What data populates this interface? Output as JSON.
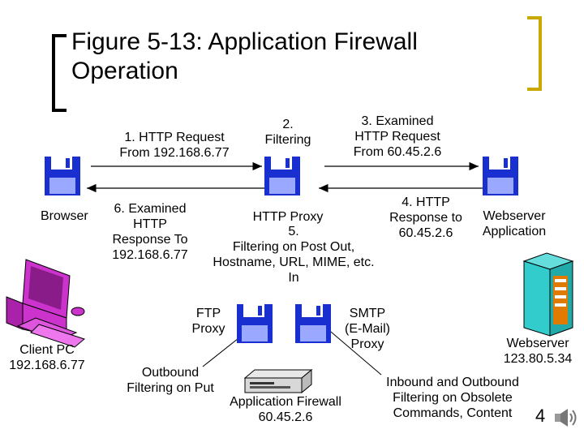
{
  "slide": {
    "title": "Figure 5-13: Application Firewall Operation",
    "number": "4"
  },
  "labels": {
    "browser": "Browser",
    "step1": "1. HTTP Request\nFrom 192.168.6.77",
    "step2": "2.\nFiltering",
    "step3": "3. Examined\nHTTP Request\nFrom 60.45.2.6",
    "step4": "4. HTTP\nResponse to\n60.45.2.6",
    "webserver_app": "Webserver\nApplication",
    "step6": "6. Examined\nHTTP\nResponse To\n192.168.6.77",
    "http_proxy": "HTTP Proxy",
    "step5": "5.\nFiltering on Post Out,\nHostname, URL, MIME, etc.\nIn",
    "ftp_proxy": "FTP\nProxy",
    "smtp_proxy": "SMTP\n(E-Mail)\nProxy",
    "client_pc": "Client PC\n192.168.6.77",
    "webserver_host": "Webserver\n123.80.5.34",
    "outbound": "Outbound\nFiltering on Put",
    "app_firewall": "Application Firewall\n60.45.2.6",
    "inbound": "Inbound and Outbound\nFiltering on Obsolete\nCommands, Content"
  },
  "colors": {
    "disk_blue": "#1a2fd0",
    "disk_label": "#ffffff",
    "pc_purple": "#cc33cc",
    "server_cyan": "#33cccc",
    "bracket_gold": "#c9a800"
  },
  "icons": [
    "browser-disk-icon",
    "http-proxy-disk-icon",
    "webserver-app-disk-icon",
    "ftp-proxy-disk-icon",
    "smtp-proxy-disk-icon",
    "client-pc-icon",
    "webserver-tower-icon",
    "firewall-box-icon",
    "speaker-icon"
  ]
}
